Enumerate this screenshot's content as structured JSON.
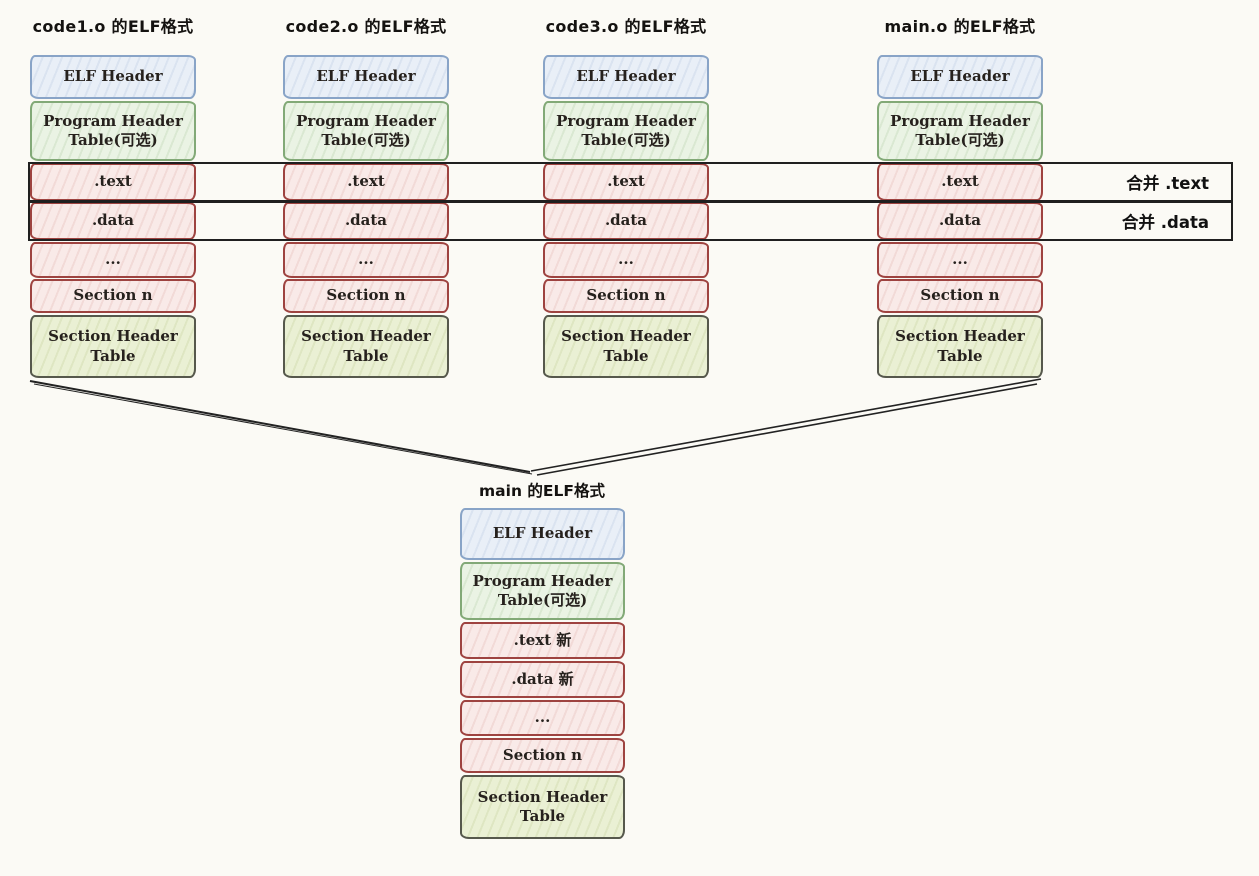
{
  "diagram": {
    "kind": "ELF object files linked into one executable image",
    "background": "#fbfaf5"
  },
  "columns": [
    {
      "title": "code1.o 的ELF格式"
    },
    {
      "title": "code2.o 的ELF格式"
    },
    {
      "title": "code3.o 的ELF格式"
    },
    {
      "title": "main.o 的ELF格式"
    }
  ],
  "rows": [
    {
      "label": "ELF Header",
      "type": "blue"
    },
    {
      "label": "Program Header Table(可选)",
      "type": "green"
    },
    {
      "label": ".text",
      "type": "pink"
    },
    {
      "label": ".data",
      "type": "pink"
    },
    {
      "label": "...",
      "type": "pink"
    },
    {
      "label": "Section n",
      "type": "pink"
    },
    {
      "label": "Section Header Table",
      "type": "olive"
    }
  ],
  "merge_bands": [
    {
      "label": "合并 .text"
    },
    {
      "label": "合并 .data"
    }
  ],
  "merged": {
    "title": "main 的ELF格式",
    "rows": [
      {
        "label": "ELF Header",
        "type": "blue"
      },
      {
        "label": "Program Header Table(可选)",
        "type": "green"
      },
      {
        "label": ".text 新",
        "type": "pink"
      },
      {
        "label": ".data 新",
        "type": "pink"
      },
      {
        "label": "...",
        "type": "pink"
      },
      {
        "label": "Section n",
        "type": "pink"
      },
      {
        "label": "Section Header Table",
        "type": "olive"
      }
    ]
  },
  "colors": {
    "elf_header_fill": "#e9eff7",
    "elf_header_border": "#89a4c7",
    "program_header_fill": "#eaf3e4",
    "program_header_border": "#82a977",
    "section_fill": "#f9eae8",
    "section_border": "#9e4340",
    "section_header_table_fill": "#eaf0d4",
    "section_header_table_border": "#56584c",
    "merge_band_border": "#1f1f1f",
    "connector_line": "#222222",
    "background": "#fbfaf5"
  }
}
